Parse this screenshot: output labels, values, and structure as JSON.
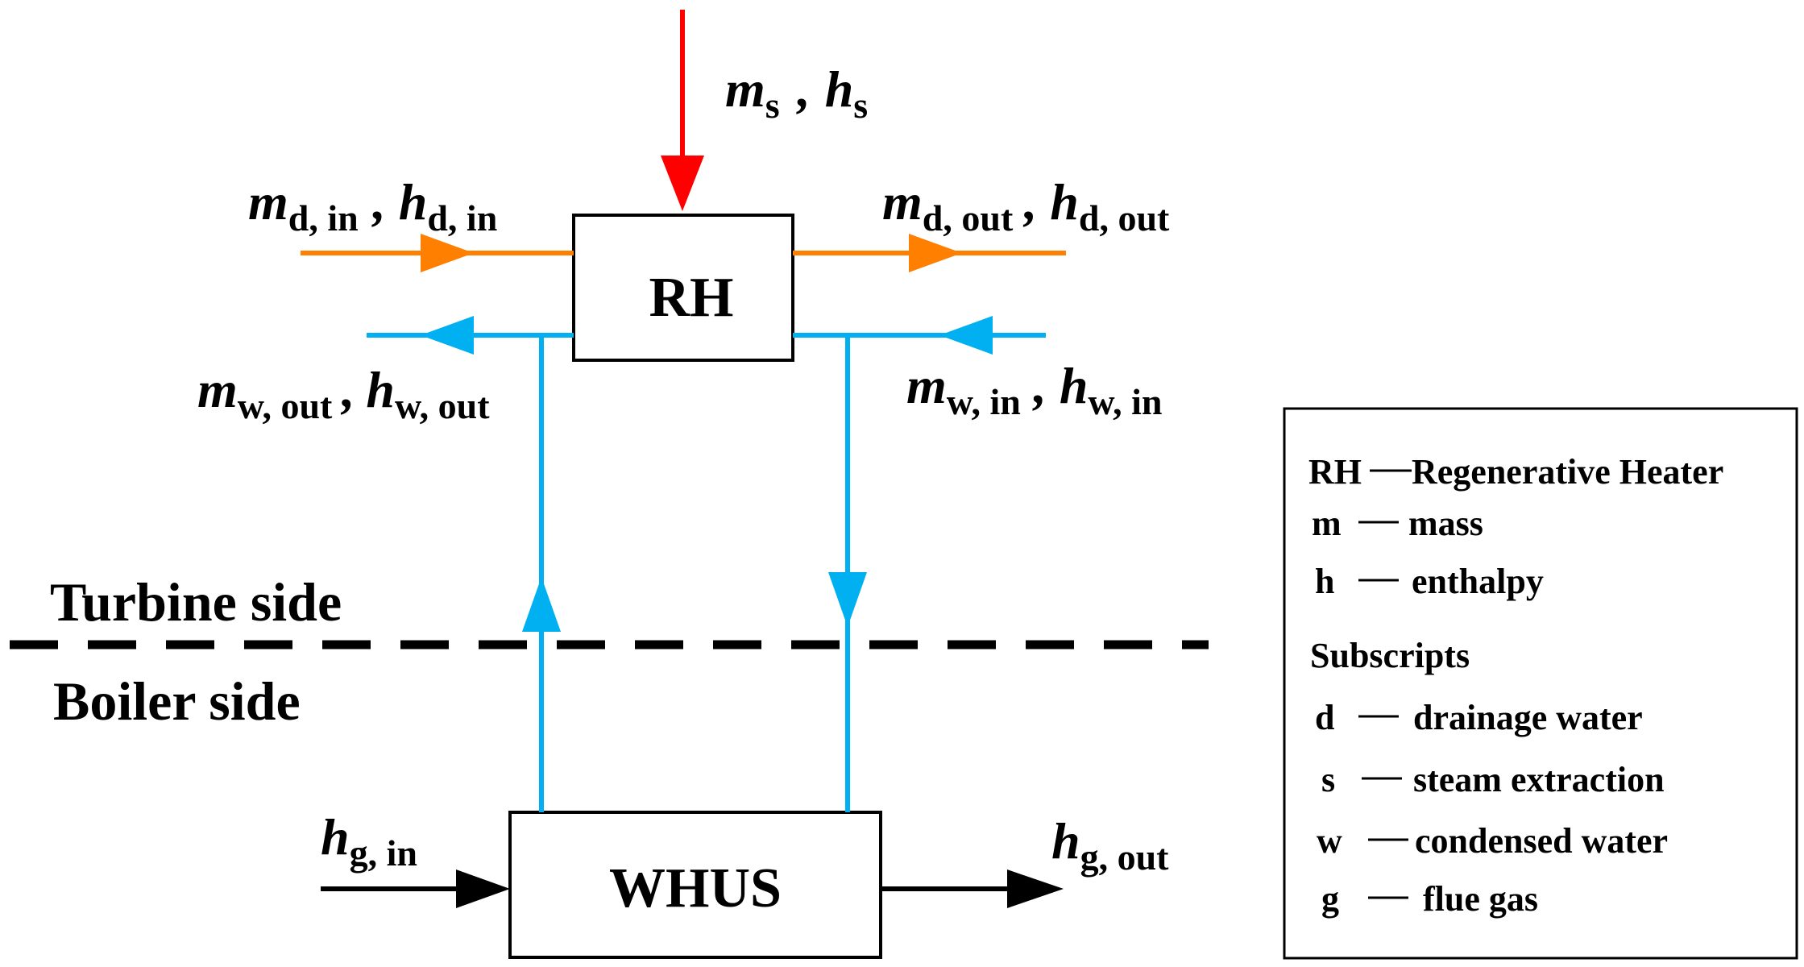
{
  "diagram": {
    "blocks": {
      "rh": "RH",
      "whus": "WHUS"
    },
    "streams": {
      "steam_in": {
        "m": "m",
        "m_sub": "s",
        "h": "h",
        "h_sub": "s"
      },
      "drain_in": {
        "m": "m",
        "m_sub": "d, in",
        "h": "h",
        "h_sub": "d, in"
      },
      "drain_out": {
        "m": "m",
        "m_sub": "d, out",
        "h": "h",
        "h_sub": "d, out"
      },
      "water_out": {
        "m": "m",
        "m_sub": "w, out",
        "h": "h",
        "h_sub": "w, out"
      },
      "water_in": {
        "m": "m",
        "m_sub": "w, in",
        "h": "h",
        "h_sub": "w, in"
      },
      "gas_in": {
        "h": "h",
        "h_sub": "g, in"
      },
      "gas_out": {
        "h": "h",
        "h_sub": "g, out"
      }
    },
    "separator": ",",
    "sides": {
      "turbine": "Turbine side",
      "boiler": "Boiler side"
    },
    "colors": {
      "steam": "#ff0000",
      "drainage": "#ff7f00",
      "water": "#00b0f0",
      "gas": "#000000"
    }
  },
  "legend": {
    "entries": [
      {
        "key": "RH",
        "text": "Regenerative Heater"
      },
      {
        "key": "m",
        "text": "mass"
      },
      {
        "key": "h",
        "text": "enthalpy"
      }
    ],
    "subscripts_title": "Subscripts",
    "subscripts": [
      {
        "key": "d",
        "text": "drainage water"
      },
      {
        "key": "s",
        "text": "steam extraction"
      },
      {
        "key": "w",
        "text": "condensed water"
      },
      {
        "key": "g",
        "text": "flue gas"
      }
    ]
  }
}
